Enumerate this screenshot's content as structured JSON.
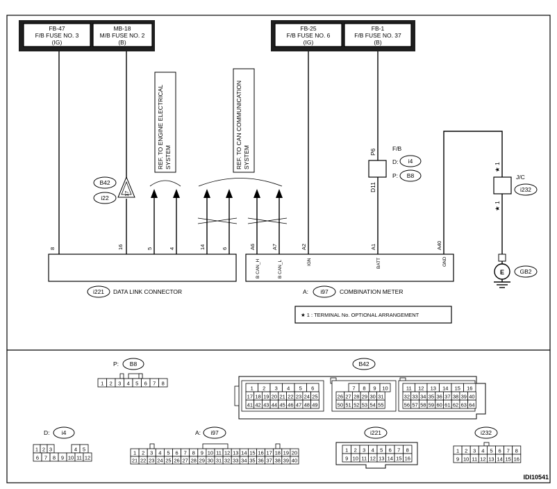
{
  "fuses_left": [
    {
      "code": "FB-47",
      "name": "F/B FUSE NO. 3",
      "type": "(IG)"
    },
    {
      "code": "MB-18",
      "name": "M/B FUSE NO. 2",
      "type": "(B)"
    }
  ],
  "fuses_right": [
    {
      "code": "FB-25",
      "name": "F/B FUSE NO. 6",
      "type": "(IG)"
    },
    {
      "code": "FB-1",
      "name": "F/B FUSE NO. 37",
      "type": "(B)"
    }
  ],
  "refs": {
    "engine": [
      "REF. TO ENGINE ELECTRICAL",
      "SYSTEM"
    ],
    "can": [
      "REF. TO CAN COMMUNICATION",
      "SYSTEM"
    ]
  },
  "labels": {
    "b42": "B42",
    "i22": "i22",
    "pin17": "17",
    "fb": "F/B",
    "d_prefix": "D:",
    "p_prefix": "P:",
    "a_prefix": "A:",
    "i4": "i4",
    "b8": "B8",
    "p6": "P6",
    "d11": "D11",
    "star1": "★ 1",
    "jc": "J/C",
    "i232": "i232",
    "gb2": "GB2",
    "e": "E",
    "i221": "i221",
    "dlc_name": "DATA LINK CONNECTOR",
    "i97": "i97",
    "meter_name": "COMBINATION METER",
    "note": "★ 1  : TERMINAL No. OPTIONAL ARRANGEMENT",
    "doc_id": "IDI10541"
  },
  "dlc_pins": [
    "8",
    "16",
    "5",
    "4",
    "14",
    "6"
  ],
  "meter_pins": [
    "A6",
    "A7",
    "A2",
    "A1",
    "A40"
  ],
  "meter_terms": [
    "B CAN_H",
    "B CAN_L",
    "IGN",
    "BATT",
    "GND"
  ],
  "connectors": {
    "b8": {
      "title": "B8",
      "prefix": "P:",
      "rows": [
        [
          "1",
          "2",
          "3",
          "4",
          "5",
          "6",
          "7",
          "8"
        ]
      ]
    },
    "b42": {
      "title": "B42",
      "rows": [
        [
          "1",
          "2",
          "3",
          "4",
          "5",
          "6",
          "7",
          "8",
          "9",
          "10",
          "11",
          "12",
          "13",
          "14",
          "15",
          "16"
        ],
        [
          "17",
          "18",
          "19",
          "20",
          "21",
          "22",
          "23",
          "24",
          "25",
          "26",
          "27",
          "28",
          "29",
          "30",
          "31",
          "32",
          "33",
          "34",
          "35",
          "36",
          "37",
          "38",
          "39",
          "40"
        ],
        [
          "41",
          "42",
          "43",
          "44",
          "45",
          "46",
          "47",
          "48",
          "49",
          "50",
          "51",
          "52",
          "53",
          "54",
          "55",
          "56",
          "57",
          "58",
          "59",
          "60",
          "61",
          "62",
          "63",
          "64"
        ]
      ]
    },
    "i4": {
      "title": "i4",
      "prefix": "D:",
      "rows": [
        [
          "1",
          "2",
          "3",
          "4",
          "5"
        ],
        [
          "6",
          "7",
          "8",
          "9",
          "10",
          "11",
          "12"
        ]
      ]
    },
    "i97": {
      "title": "i97",
      "prefix": "A:",
      "rows": [
        [
          "1",
          "2",
          "3",
          "4",
          "5",
          "6",
          "7",
          "8",
          "9",
          "10",
          "11",
          "12",
          "13",
          "14",
          "15",
          "16",
          "17",
          "18",
          "19",
          "20"
        ],
        [
          "21",
          "22",
          "23",
          "24",
          "25",
          "26",
          "27",
          "28",
          "29",
          "30",
          "31",
          "32",
          "33",
          "34",
          "35",
          "36",
          "37",
          "38",
          "39",
          "40"
        ]
      ]
    },
    "i221": {
      "title": "i221",
      "rows": [
        [
          "1",
          "2",
          "3",
          "4",
          "5",
          "6",
          "7",
          "8"
        ],
        [
          "9",
          "10",
          "11",
          "12",
          "13",
          "14",
          "15",
          "16"
        ]
      ]
    },
    "i232": {
      "title": "i232",
      "rows": [
        [
          "1",
          "2",
          "3",
          "4",
          "5",
          "6",
          "7",
          "8"
        ],
        [
          "9",
          "10",
          "11",
          "12",
          "13",
          "14",
          "15",
          "16"
        ]
      ]
    }
  }
}
